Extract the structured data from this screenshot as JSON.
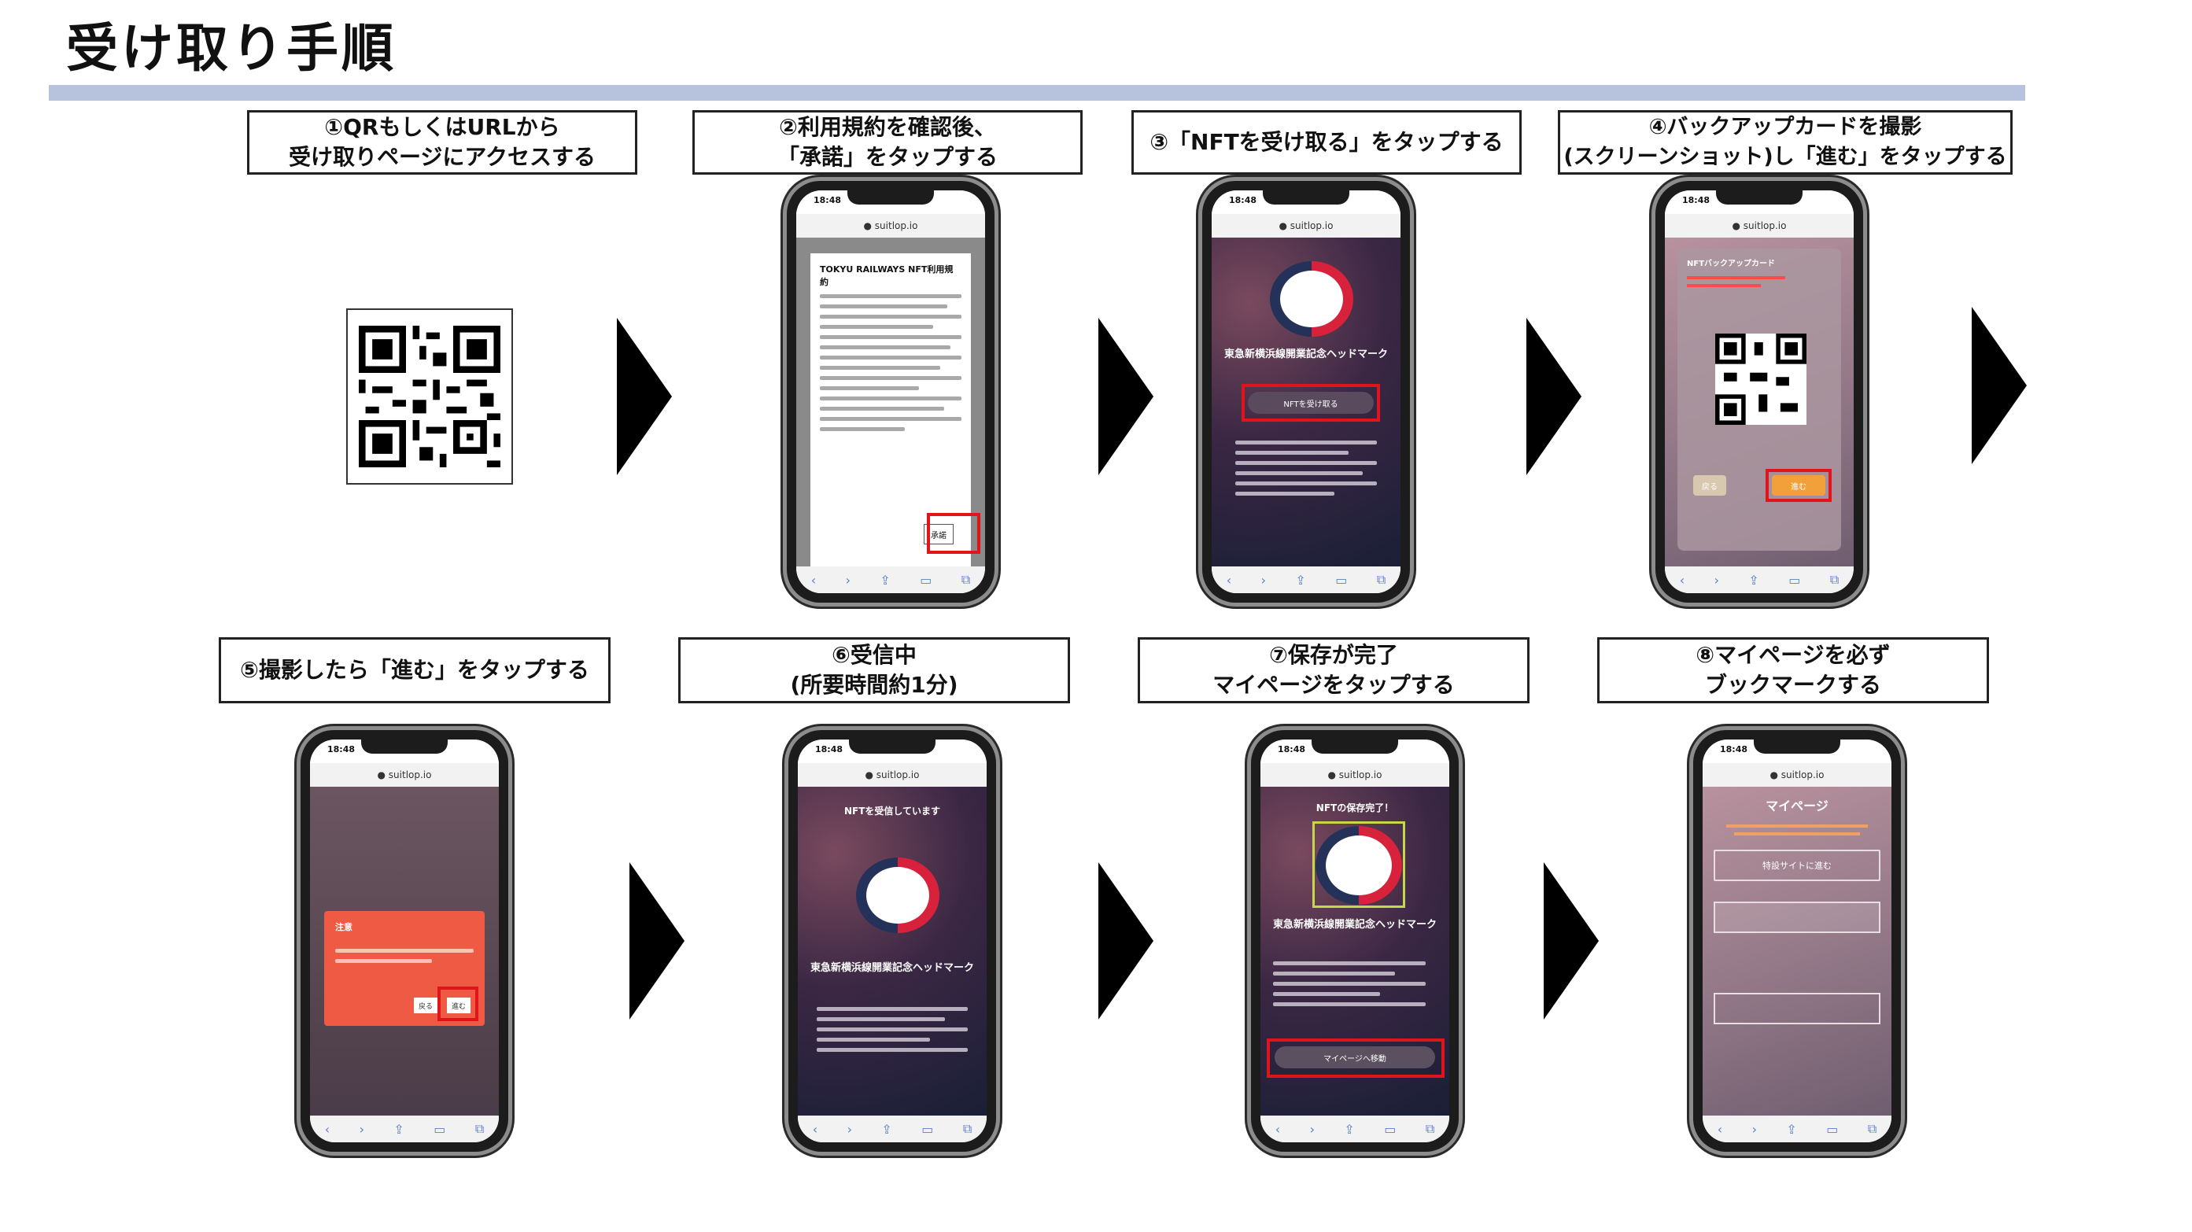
{
  "title": "受け取り手順",
  "steps": [
    {
      "l1": "①QRもしくはURLから",
      "l2": "受け取りページにアクセスする"
    },
    {
      "l1": "②利用規約を確認後、",
      "l2": "「承諾」をタップする"
    },
    {
      "l1": "③「NFTを受け取る」をタップする"
    },
    {
      "l1": "④バックアップカードを撮影",
      "l2": "(スクリーンショット)し「進む」をタップする"
    },
    {
      "l1": "⑤撮影したら「進む」をタップする"
    },
    {
      "l1": "⑥受信中",
      "l2": "(所要時間約1分)"
    },
    {
      "l1": "⑦保存が完了",
      "l2": "マイページをタップする"
    },
    {
      "l1": "⑧マイページを必ず",
      "l2": "ブックマークする"
    }
  ],
  "phone": {
    "time": "18:48",
    "url": "● suitlop.io"
  },
  "s2": {
    "heading": "TOKYU RAILWAYS NFT利用規約",
    "accept": "承諾"
  },
  "s3": {
    "name": "東急新横浜線開業記念ヘッドマーク",
    "btn": "NFTを受け取る"
  },
  "s4": {
    "card": "NFTバックアップカード",
    "back": "戻る",
    "next": "進む"
  },
  "s5": {
    "alert": "注意",
    "back": "戻る",
    "next": "進む"
  },
  "s6": {
    "status": "NFTを受信しています",
    "name": "東急新横浜線開業記念ヘッドマーク"
  },
  "s7": {
    "done": "NFTの保存完了！",
    "name": "東急新横浜線開業記念ヘッドマーク",
    "btn": "マイページへ移動"
  },
  "s8": {
    "title": "マイページ",
    "btn": "特設サイトに進む"
  }
}
